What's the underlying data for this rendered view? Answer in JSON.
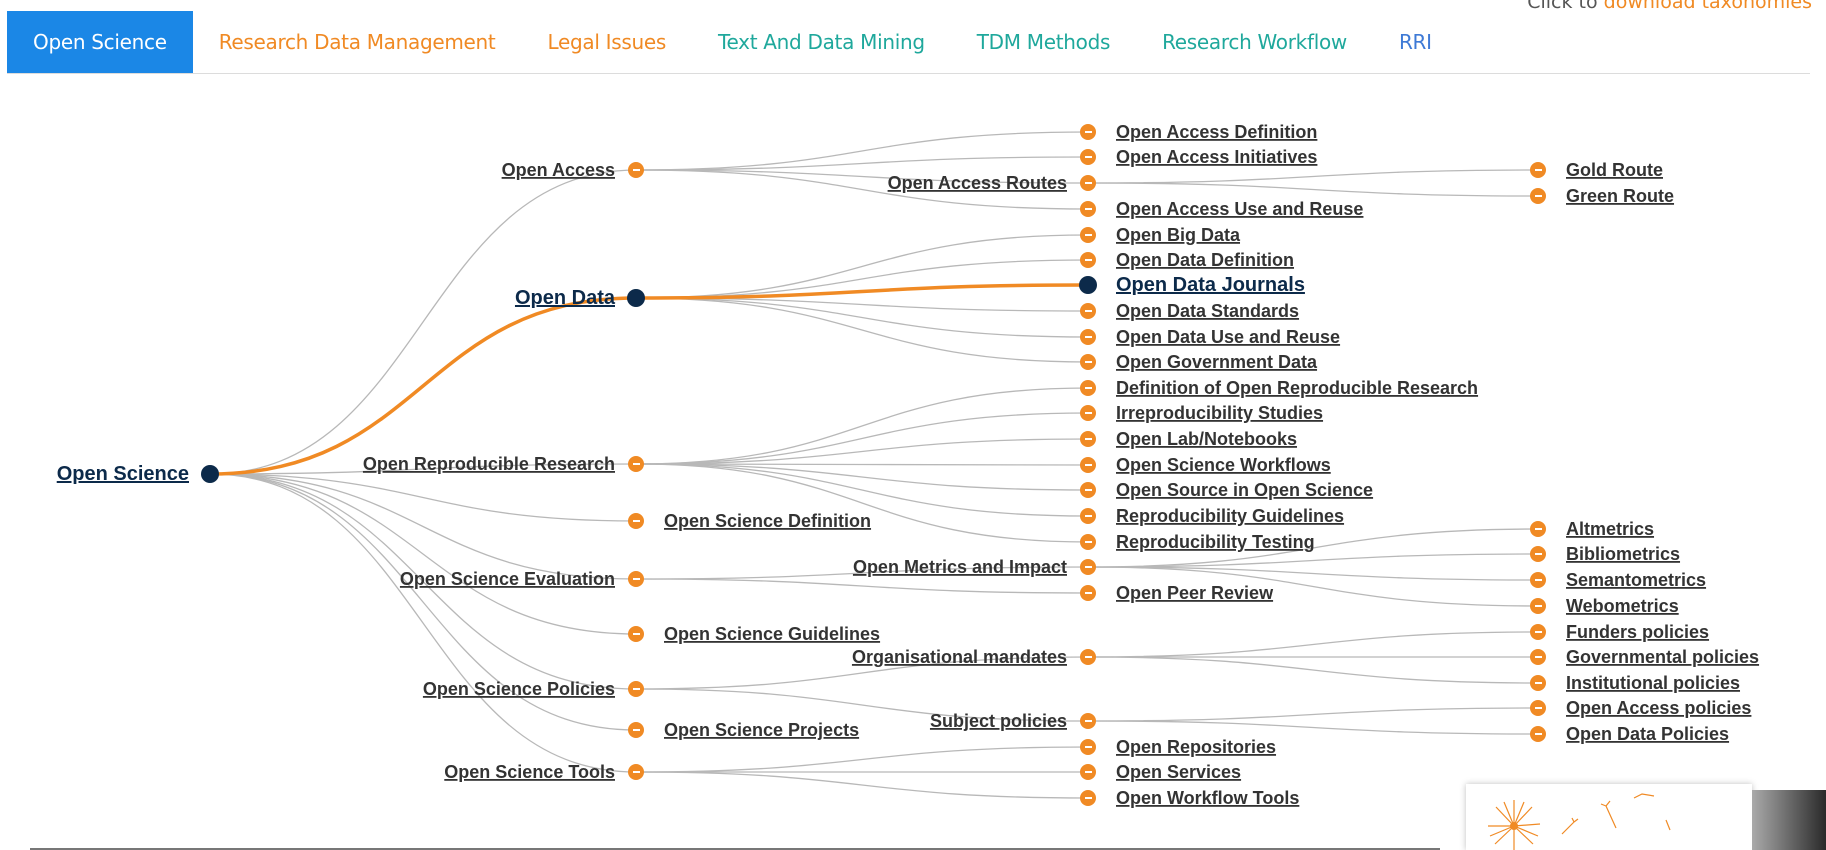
{
  "top_note": {
    "prefix": "Click to ",
    "link": "download taxonomies"
  },
  "tabs": [
    {
      "label": "Open Science",
      "active": true,
      "color": "#ffffff"
    },
    {
      "label": "Research Data Management",
      "color": "#f08a24"
    },
    {
      "label": "Legal Issues",
      "color": "#f08a24"
    },
    {
      "label": "Text And Data Mining",
      "color": "#1fa89c"
    },
    {
      "label": "TDM Methods",
      "color": "#1fa89c"
    },
    {
      "label": "Research Workflow",
      "color": "#1fa89c"
    },
    {
      "label": "RRI",
      "color": "#3e7ad6"
    }
  ],
  "colors": {
    "accent": "#f08a24",
    "selected": "#0c2a4a",
    "link": "#4a4a4a",
    "active_tab": "#1b87e6",
    "edge": "#b8b8b8"
  },
  "tree": {
    "root": "Open Science",
    "selected_path": [
      "Open Science",
      "Open Data",
      "Open Data Journals"
    ],
    "nodes": [
      {
        "id": "open-access",
        "label": "Open Access",
        "parent": "open-science"
      },
      {
        "id": "open-data",
        "label": "Open Data",
        "parent": "open-science"
      },
      {
        "id": "open-reproducible-research",
        "label": "Open Reproducible Research",
        "parent": "open-science"
      },
      {
        "id": "open-science-definition",
        "label": "Open Science Definition",
        "parent": "open-science"
      },
      {
        "id": "open-science-evaluation",
        "label": "Open Science Evaluation",
        "parent": "open-science"
      },
      {
        "id": "open-science-guidelines",
        "label": "Open Science Guidelines",
        "parent": "open-science"
      },
      {
        "id": "open-science-policies",
        "label": "Open Science Policies",
        "parent": "open-science"
      },
      {
        "id": "open-science-projects",
        "label": "Open Science Projects",
        "parent": "open-science"
      },
      {
        "id": "open-science-tools",
        "label": "Open Science Tools",
        "parent": "open-science"
      },
      {
        "id": "open-access-definition",
        "label": "Open Access Definition",
        "parent": "open-access"
      },
      {
        "id": "open-access-initiatives",
        "label": "Open Access Initiatives",
        "parent": "open-access"
      },
      {
        "id": "open-access-routes",
        "label": "Open Access Routes",
        "parent": "open-access"
      },
      {
        "id": "open-access-use-and-reuse",
        "label": "Open Access Use and Reuse",
        "parent": "open-access"
      },
      {
        "id": "gold-route",
        "label": "Gold Route",
        "parent": "open-access-routes"
      },
      {
        "id": "green-route",
        "label": "Green Route",
        "parent": "open-access-routes"
      },
      {
        "id": "open-big-data",
        "label": "Open Big Data",
        "parent": "open-data"
      },
      {
        "id": "open-data-definition",
        "label": "Open Data Definition",
        "parent": "open-data"
      },
      {
        "id": "open-data-journals",
        "label": "Open Data Journals",
        "parent": "open-data"
      },
      {
        "id": "open-data-standards",
        "label": "Open Data Standards",
        "parent": "open-data"
      },
      {
        "id": "open-data-use-and-reuse",
        "label": "Open Data Use and Reuse",
        "parent": "open-data"
      },
      {
        "id": "open-government-data",
        "label": "Open Government Data",
        "parent": "open-data"
      },
      {
        "id": "definition-of-open-reproducible-research",
        "label": "Definition of Open Reproducible Research",
        "parent": "open-reproducible-research"
      },
      {
        "id": "irreproducibility-studies",
        "label": "Irreproducibility Studies",
        "parent": "open-reproducible-research"
      },
      {
        "id": "open-lab-notebooks",
        "label": "Open Lab/Notebooks",
        "parent": "open-reproducible-research"
      },
      {
        "id": "open-science-workflows",
        "label": "Open Science Workflows",
        "parent": "open-reproducible-research"
      },
      {
        "id": "open-source-in-open-science",
        "label": "Open Source in Open Science",
        "parent": "open-reproducible-research"
      },
      {
        "id": "reproducibility-guidelines",
        "label": "Reproducibility Guidelines",
        "parent": "open-reproducible-research"
      },
      {
        "id": "reproducibility-testing",
        "label": "Reproducibility Testing",
        "parent": "open-reproducible-research"
      },
      {
        "id": "open-metrics-and-impact",
        "label": "Open Metrics and Impact",
        "parent": "open-science-evaluation"
      },
      {
        "id": "open-peer-review",
        "label": "Open Peer Review",
        "parent": "open-science-evaluation"
      },
      {
        "id": "altmetrics",
        "label": "Altmetrics",
        "parent": "open-metrics-and-impact"
      },
      {
        "id": "bibliometrics",
        "label": "Bibliometrics",
        "parent": "open-metrics-and-impact"
      },
      {
        "id": "semantometrics",
        "label": "Semantometrics",
        "parent": "open-metrics-and-impact"
      },
      {
        "id": "webometrics",
        "label": "Webometrics",
        "parent": "open-metrics-and-impact"
      },
      {
        "id": "organisational-mandates",
        "label": "Organisational mandates",
        "parent": "open-science-policies"
      },
      {
        "id": "subject-policies",
        "label": "Subject policies",
        "parent": "open-science-policies"
      },
      {
        "id": "funders-policies",
        "label": "Funders policies",
        "parent": "organisational-mandates"
      },
      {
        "id": "governmental-policies",
        "label": "Governmental policies",
        "parent": "organisational-mandates"
      },
      {
        "id": "institutional-policies",
        "label": "Institutional policies",
        "parent": "organisational-mandates"
      },
      {
        "id": "open-access-policies",
        "label": "Open Access policies",
        "parent": "subject-policies"
      },
      {
        "id": "open-data-policies",
        "label": "Open Data Policies",
        "parent": "subject-policies"
      },
      {
        "id": "open-repositories",
        "label": "Open Repositories",
        "parent": "open-science-tools"
      },
      {
        "id": "open-services",
        "label": "Open Services",
        "parent": "open-science-tools"
      },
      {
        "id": "open-workflow-tools",
        "label": "Open Workflow Tools",
        "parent": "open-science-tools"
      }
    ]
  }
}
